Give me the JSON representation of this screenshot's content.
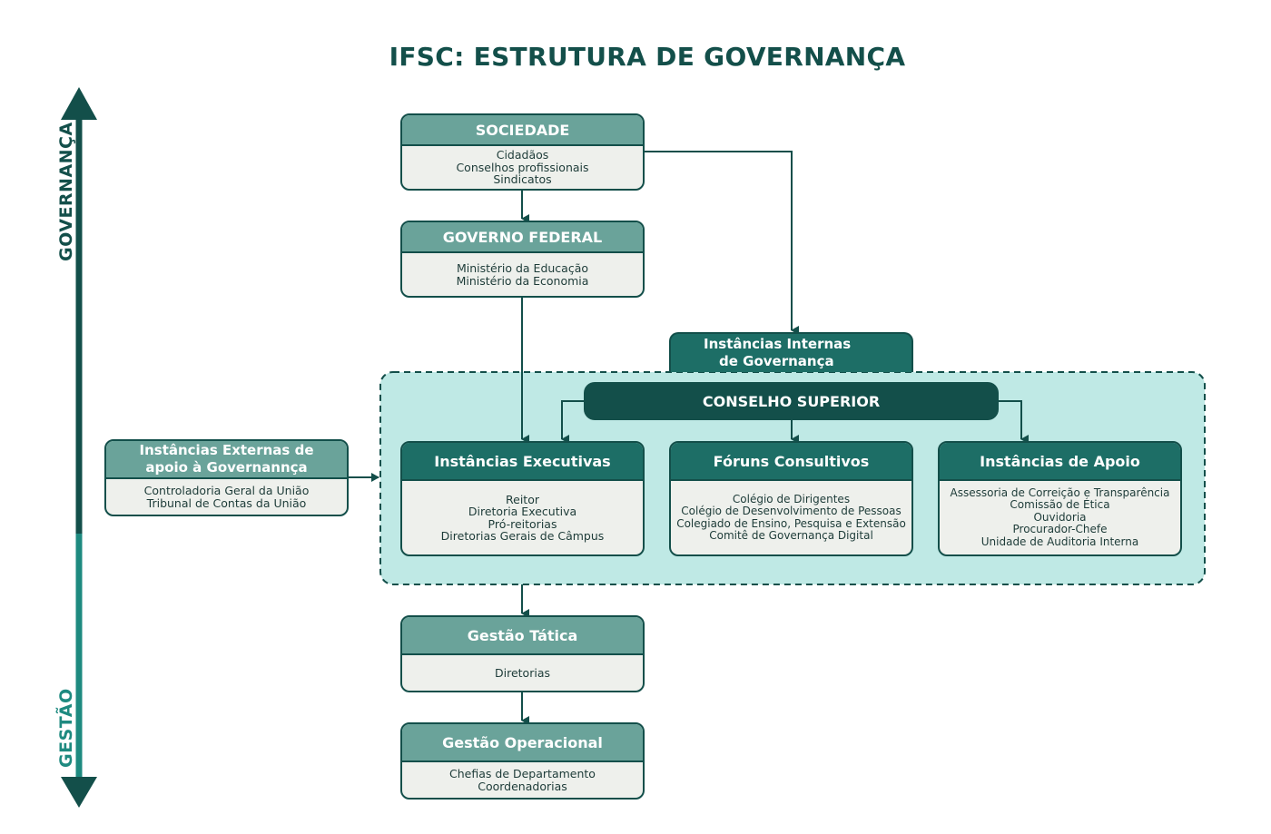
{
  "title": "IFSC: ESTRUTURA DE GOVERNANÇA",
  "axis": {
    "top_label": "GOVERNANÇA",
    "bottom_label": "GESTÃO",
    "top_color": "#134f4a",
    "bottom_color": "#1e8a80"
  },
  "colors": {
    "dark_teal": "#134f4a",
    "medium_teal": "#1d6e66",
    "light_teal_header": "#6aa39a",
    "region_fill": "#bfe9e5",
    "box_fill": "#eef0ec"
  },
  "sociedade": {
    "title": "SOCIEDADE",
    "items": [
      "Cidadãos",
      "Conselhos profissionais",
      "Sindicatos"
    ]
  },
  "governo_federal": {
    "title": "GOVERNO FEDERAL",
    "items": [
      "Ministério da Educação",
      "Ministério da Economia"
    ]
  },
  "instancias_internas": {
    "title_line1": "Instâncias Internas",
    "title_line2": "de Governança"
  },
  "conselho_superior": {
    "title": "CONSELHO SUPERIOR"
  },
  "instancias_externas": {
    "title_line1": "Instâncias Externas de",
    "title_line2": "apoio à Governannça",
    "items": [
      "Controladoria Geral da União",
      "Tribunal de Contas da União"
    ]
  },
  "instancias_executivas": {
    "title": "Instâncias Executivas",
    "items": [
      "Reitor",
      "Diretoria Executiva",
      "Pró-reitorias",
      "Diretorias Gerais de Câmpus"
    ]
  },
  "foruns_consultivos": {
    "title": "Fóruns Consultivos",
    "items": [
      "Colégio de Dirigentes",
      "Colégio de Desenvolvimento de Pessoas",
      "Colegiado de Ensino, Pesquisa e Extensão",
      "Comitê de Governança Digital"
    ]
  },
  "instancias_apoio": {
    "title": "Instâncias de Apoio",
    "items": [
      "Assessoria de Correição e Transparência",
      "Comissão de Ética",
      "Ouvidoria",
      "Procurador-Chefe",
      "Unidade de Auditoria Interna"
    ]
  },
  "gestao_tatica": {
    "title": "Gestão Tática",
    "items": [
      "Diretorias"
    ]
  },
  "gestao_operacional": {
    "title": "Gestão Operacional",
    "items": [
      "Chefias de Departamento",
      "Coordenadorias"
    ]
  }
}
